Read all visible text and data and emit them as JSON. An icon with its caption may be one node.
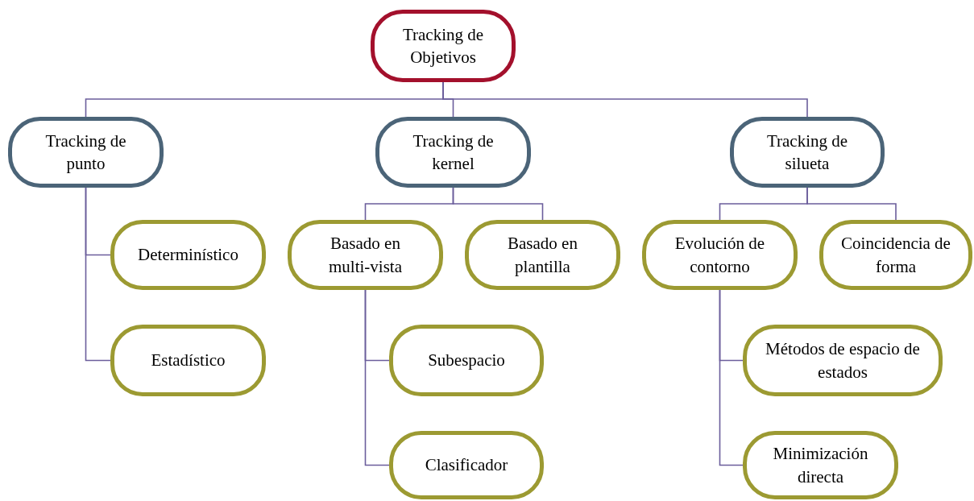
{
  "diagram": {
    "nodes": [
      {
        "text": [
          "Tracking de Objetivos"
        ]
      },
      {
        "text": [
          "Tracking de punto"
        ]
      },
      {
        "text": [
          "Tracking de kernel"
        ]
      },
      {
        "text": [
          "Tracking de silueta"
        ]
      },
      {
        "text": [
          "Determinístico"
        ]
      },
      {
        "text": [
          "Estadístico"
        ]
      },
      {
        "text": [
          "Basado en multi-vista"
        ]
      },
      {
        "text": [
          "Basado en plantilla"
        ]
      },
      {
        "text": [
          "Subespacio"
        ]
      },
      {
        "text": [
          "Clasificador"
        ]
      },
      {
        "text": [
          "Evolución de contorno"
        ]
      },
      {
        "text": [
          "Coincidencia de forma"
        ]
      },
      {
        "text": [
          "Métodos de espacio de estados"
        ]
      },
      {
        "text": [
          "Minimización directa"
        ]
      }
    ],
    "edges": [
      {
        "from": 0,
        "to": 1,
        "arrow": "none"
      },
      {
        "from": 0,
        "to": 2,
        "arrow": "none"
      },
      {
        "from": 0,
        "to": 3,
        "arrow": "none"
      },
      {
        "from": 1,
        "to": 4,
        "arrow": "none"
      },
      {
        "from": 1,
        "to": 5,
        "arrow": "none"
      },
      {
        "from": 2,
        "to": 6,
        "arrow": "none"
      },
      {
        "from": 2,
        "to": 7,
        "arrow": "none"
      },
      {
        "from": 6,
        "to": 8,
        "arrow": "none"
      },
      {
        "from": 6,
        "to": 9,
        "arrow": "none"
      },
      {
        "from": 3,
        "to": 10,
        "arrow": "none"
      },
      {
        "from": 3,
        "to": 11,
        "arrow": "none"
      },
      {
        "from": 10,
        "to": 12,
        "arrow": "none"
      },
      {
        "from": 10,
        "to": 13,
        "arrow": "none"
      }
    ]
  }
}
